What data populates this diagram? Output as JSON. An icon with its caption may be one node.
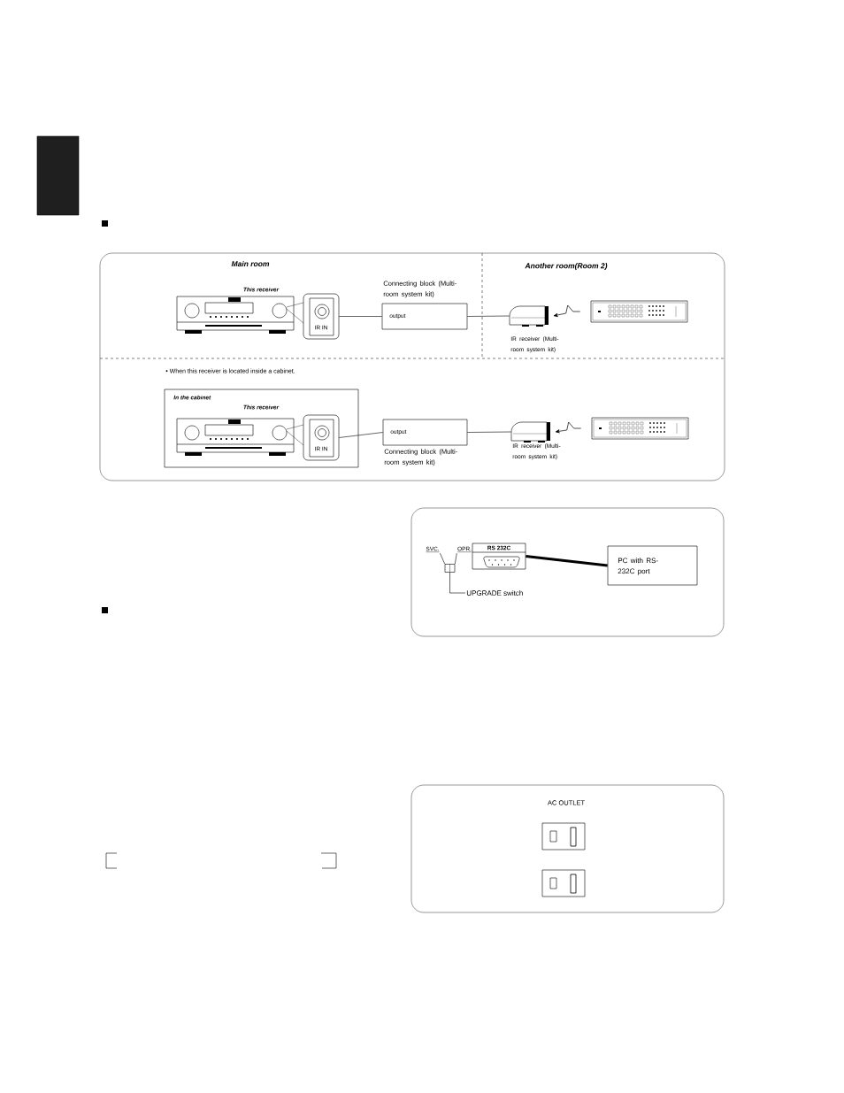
{
  "diagram": {
    "nodes": [
      {
        "text": [],
        "shape": "picture",
        "beside": [
          "This receiver"
        ]
      },
      {
        "text": [
          "IR IN"
        ]
      },
      {
        "text": [
          "Connecting block (Multi-room system kit)",
          "output"
        ]
      },
      {
        "text": [],
        "shape": "picture",
        "beside": [
          "IR receiver (Multi-room system kit)"
        ]
      },
      {
        "text": [],
        "shape": "picture"
      },
      {
        "text": [
          "In the cabinet"
        ]
      },
      {
        "text": [],
        "shape": "picture",
        "beside": [
          "This receiver"
        ],
        "in": 5
      },
      {
        "text": [
          "IR IN"
        ],
        "in": 5
      },
      {
        "text": [
          "output",
          "Connecting block (Multi-room system kit)"
        ]
      },
      {
        "text": [],
        "shape": "picture",
        "beside": [
          "IR receiver (Multi-room system kit)"
        ]
      },
      {
        "text": [],
        "shape": "picture"
      },
      {
        "text": [
          "SVC."
        ]
      },
      {
        "text": [
          "OPR."
        ]
      },
      {
        "text": [],
        "shape": "box"
      },
      {
        "text": [
          "RS 232C"
        ]
      },
      {
        "text": [
          "PC with RS-232C port"
        ]
      },
      {
        "text": [
          "UPGRADE switch"
        ]
      },
      {
        "text": [],
        "shape": "box"
      }
    ],
    "edges": [
      {
        "from": 1,
        "to": 2,
        "arrow": "none"
      },
      {
        "from": 2,
        "to": 3,
        "arrow": "none"
      },
      {
        "from": 4,
        "to": 3,
        "arrow": "to"
      },
      {
        "from": 7,
        "to": 8,
        "arrow": "none"
      },
      {
        "from": 8,
        "to": 9,
        "arrow": "none"
      },
      {
        "from": 10,
        "to": 9,
        "arrow": "to"
      },
      {
        "from": 14,
        "to": 15,
        "arrow": "none",
        "style": "thick"
      },
      {
        "from": 11,
        "to": 13,
        "arrow": "none"
      },
      {
        "from": 12,
        "to": 13,
        "arrow": "none"
      },
      {
        "from": 16,
        "to": 13,
        "arrow": "none"
      }
    ],
    "labels": [
      "Main room",
      "Another room(Room 2)",
      "• When this receiver is located inside a cabinet.",
      "AC OUTLET"
    ]
  }
}
